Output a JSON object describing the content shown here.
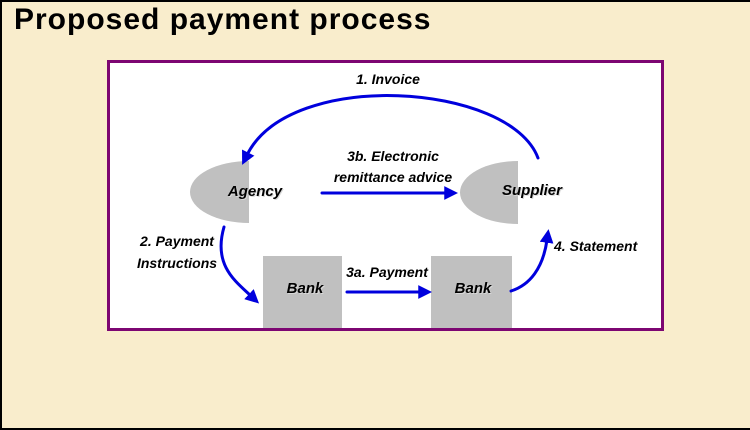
{
  "page": {
    "title": "Proposed payment process"
  },
  "colors": {
    "slide_background": "#f9edcc",
    "frame_border": "#000000",
    "diagram_border": "#7d0672",
    "diagram_background": "#ffffff",
    "node_fill": "#c0c0c0",
    "arrow": "#0000dd",
    "text": "#000000"
  },
  "diagram": {
    "nodes": [
      {
        "id": "agency",
        "label": "Agency",
        "shape": "half-ellipse"
      },
      {
        "id": "supplier",
        "label": "Supplier",
        "shape": "half-ellipse"
      },
      {
        "id": "bank_left",
        "label": "Bank",
        "shape": "square"
      },
      {
        "id": "bank_right",
        "label": "Bank",
        "shape": "square"
      }
    ],
    "flows": [
      {
        "id": "invoice",
        "label": "1. Invoice",
        "from": "supplier",
        "to": "agency",
        "style": "curved"
      },
      {
        "id": "payment_instructions",
        "label_line1": "2. Payment",
        "label_line2": "Instructions",
        "from": "agency",
        "to": "bank_left",
        "style": "curved"
      },
      {
        "id": "payment",
        "label": "3a. Payment",
        "from": "bank_left",
        "to": "bank_right",
        "style": "straight"
      },
      {
        "id": "remittance",
        "label_line1": "3b. Electronic",
        "label_line2": "remittance advice",
        "from": "agency",
        "to": "supplier",
        "style": "straight"
      },
      {
        "id": "statement",
        "label": "4. Statement",
        "from": "bank_right",
        "to": "supplier",
        "style": "curved"
      }
    ]
  }
}
